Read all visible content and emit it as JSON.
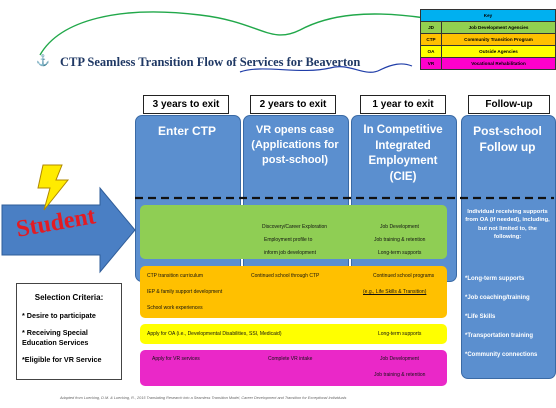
{
  "title": "CTP Seamless Transition Flow of Services for Beaverton",
  "key": {
    "header": "Key",
    "rows": [
      {
        "code": "JD",
        "label": "Job Development Agencies",
        "color": "#92d050"
      },
      {
        "code": "CTP",
        "label": "Community Transition Program",
        "color": "#ffc000"
      },
      {
        "code": "OA",
        "label": "Outside Agencies",
        "color": "#ffff00"
      },
      {
        "code": "VR",
        "label": "Vocational Rehabilitation",
        "color": "#ff00cc"
      }
    ],
    "header_color": "#00b0f0"
  },
  "headers": [
    "3 years to exit",
    "2 years to exit",
    "1 year to exit",
    "Follow-up"
  ],
  "columns": [
    "Enter CTP",
    "VR opens case (Applications for post-school)",
    "In Competitive Integrated Employment (CIE)",
    "Post-school Follow up"
  ],
  "student": "Student",
  "bands": {
    "jd": [
      "Discovery/Career Exploration",
      "Employment profile to",
      "inform job development",
      "Job Development",
      "Job training & retention",
      "Long-term supports"
    ],
    "ctp": [
      "CTP transition curriculum",
      "IEP & family support development",
      "School work experiences",
      "Continued school through CTP",
      "Continued school programs",
      "(e.g., Life Skills & Transition)"
    ],
    "oa": [
      "Apply for OA  (i.e., Developmental Disabilities, SSI, Medicaid)",
      "Long-term supports"
    ],
    "vr": [
      "Apply for VR services",
      "Complete VR intake",
      "Job Development",
      "Job training & retention"
    ]
  },
  "right_panel": {
    "intro": "Individual receiving supports from OA (if needed), including, but not limited to, the following:",
    "items": [
      "*Long-term supports",
      "*Job coaching/training",
      "*Life Skills",
      "*Transportation training",
      "*Community connections"
    ]
  },
  "selection": {
    "heading": "Selection Criteria:",
    "items": [
      "* Desire to participate",
      "* Receiving Special Education Services",
      "*Eligible for VR Service"
    ]
  },
  "footer": "Adapted from Luecking, D.M. & Luecking, R., 2015 Translating Research into a Seamless Transition Model, Career Development and Transition for Exceptional Individuals"
}
